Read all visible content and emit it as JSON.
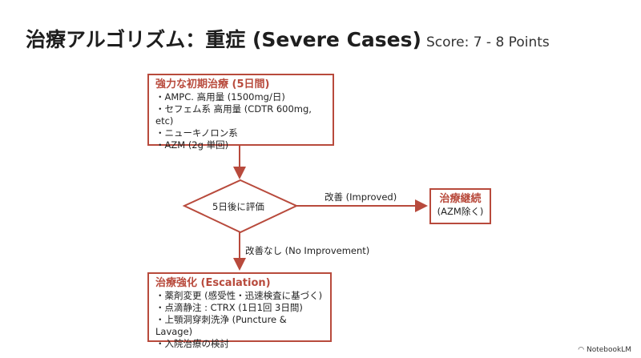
{
  "title": "治療アルゴリズム：重症 (Severe Cases)",
  "score": "Score: 7 - 8 Points",
  "initial": {
    "heading": "強力な初期治療 (5日間)",
    "items": [
      "AMPC. 高用量 (1500mg/日)",
      "セフェム系 高用量 (CDTR 600mg, etc)",
      "ニューキノロン系",
      "AZM (2g 単回)"
    ]
  },
  "decision": "5日後に評価",
  "improved_label": "改善 (Improved)",
  "no_improvement_label": "改善なし (No Improvement)",
  "continue": {
    "heading": "治療継続",
    "sub": "(AZM除く)"
  },
  "escalation": {
    "heading": "治療強化 (Escalation)",
    "items": [
      "薬剤変更 (感受性・迅速検査に基づく)",
      "点滴静注 : CTRX (1日1回 3日間)",
      "上顎洞穿刺洗浄 (Puncture & Lavage)",
      "入院治療の検討"
    ]
  },
  "brand": "NotebookLM",
  "colors": {
    "accent": "#b84a3c"
  }
}
